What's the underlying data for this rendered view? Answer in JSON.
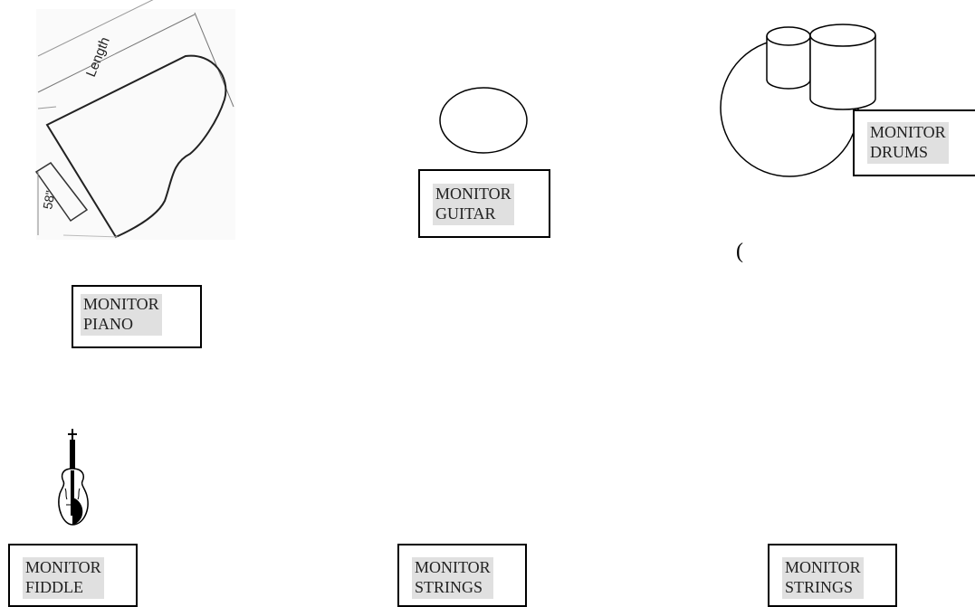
{
  "piano": {
    "length_label": "Length",
    "width_label": "58\""
  },
  "monitors": {
    "piano": {
      "line1": "MONITOR",
      "line2": "PIANO"
    },
    "guitar": {
      "line1": "MONITOR",
      "line2": "GUITAR"
    },
    "drums": {
      "line1": "MONITOR",
      "line2": "DRUMS"
    },
    "fiddle": {
      "line1": "MONITOR",
      "line2": "FIDDLE"
    },
    "strings_center": {
      "line1": "MONITOR",
      "line2": "STRINGS"
    },
    "strings_right": {
      "line1": "MONITOR",
      "line2": "STRINGS"
    }
  },
  "stray_mark": "("
}
